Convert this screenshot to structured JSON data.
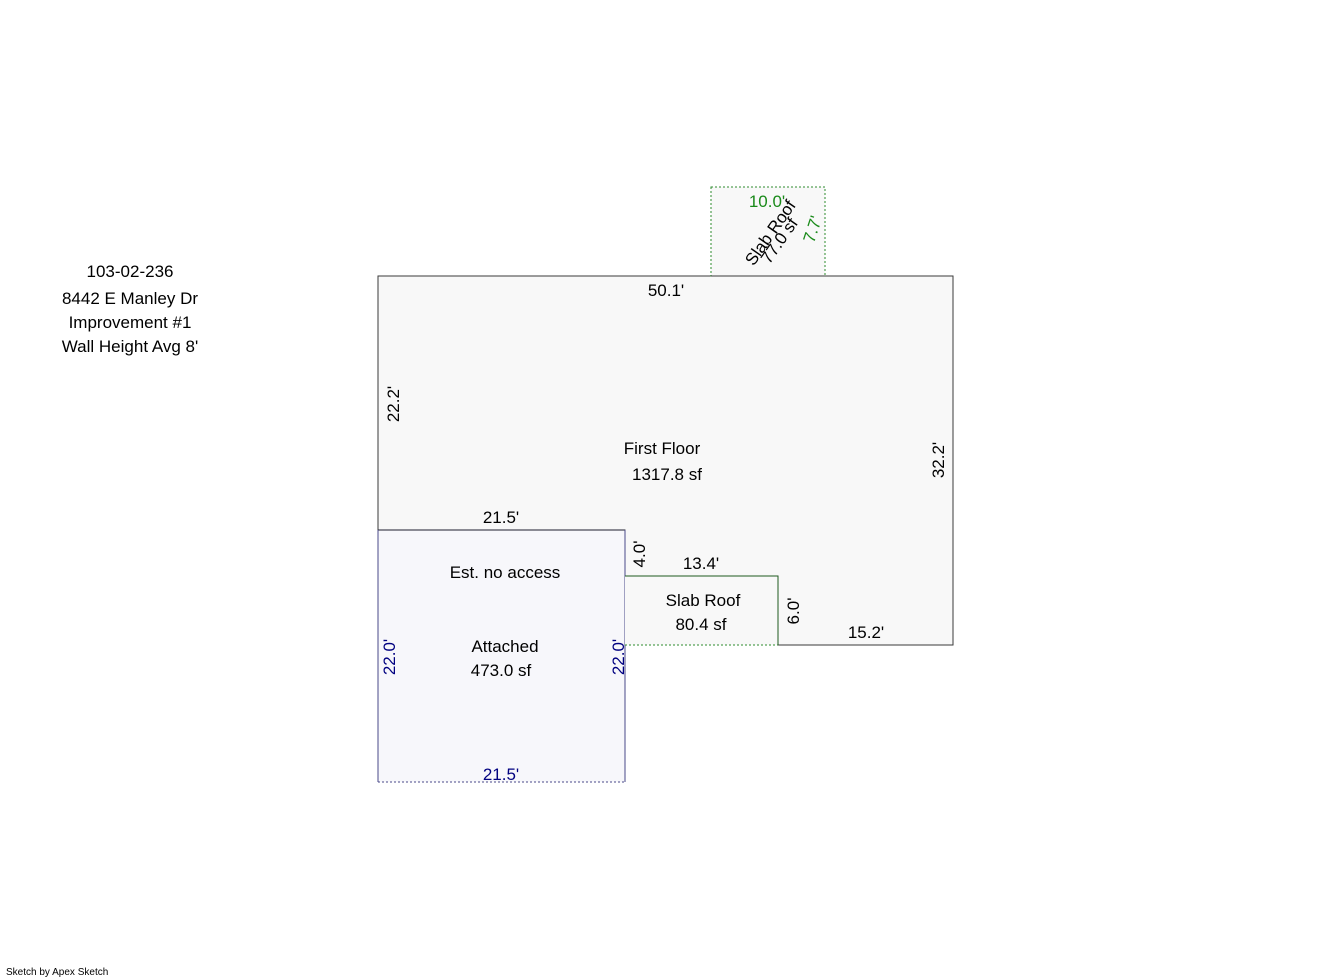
{
  "header": {
    "parcel_id": "103-02-236",
    "address": "8442 E Manley Dr",
    "improvement": "Improvement #1",
    "wall_height": "Wall Height Avg 8'"
  },
  "areas": {
    "first_floor": {
      "name": "First Floor",
      "area": "1317.8 sf",
      "dims": {
        "top": "50.1'",
        "left": "22.2'",
        "right": "32.2'",
        "step_top": "21.5'",
        "step_vertical": "4.0'",
        "bottom_right": "15.2'",
        "notch_right": "6.0'"
      }
    },
    "garage": {
      "note": "Est. no access",
      "name": "Attached",
      "area": "473.0 sf",
      "dims": {
        "left": "22.0'",
        "right": "22.0'",
        "bottom": "21.5'"
      }
    },
    "slab_roof_rear": {
      "name": "Slab Roof",
      "area": "80.4 sf",
      "dims": {
        "top": "13.4'"
      }
    },
    "slab_roof_top": {
      "name": "Slab Roof",
      "area": "77.0 sf",
      "dims": {
        "width": "10.0'",
        "height": "7.7'"
      }
    }
  },
  "colors": {
    "outline": "#3a3a3a",
    "floor_fill": "#f8f8f8",
    "garage_fill": "#f7f7fb",
    "garage_dim": "#000080",
    "slab_line": "#2e8b2e",
    "slab_dim": "#1a8a1a"
  },
  "footer": "Sketch by Apex Sketch"
}
